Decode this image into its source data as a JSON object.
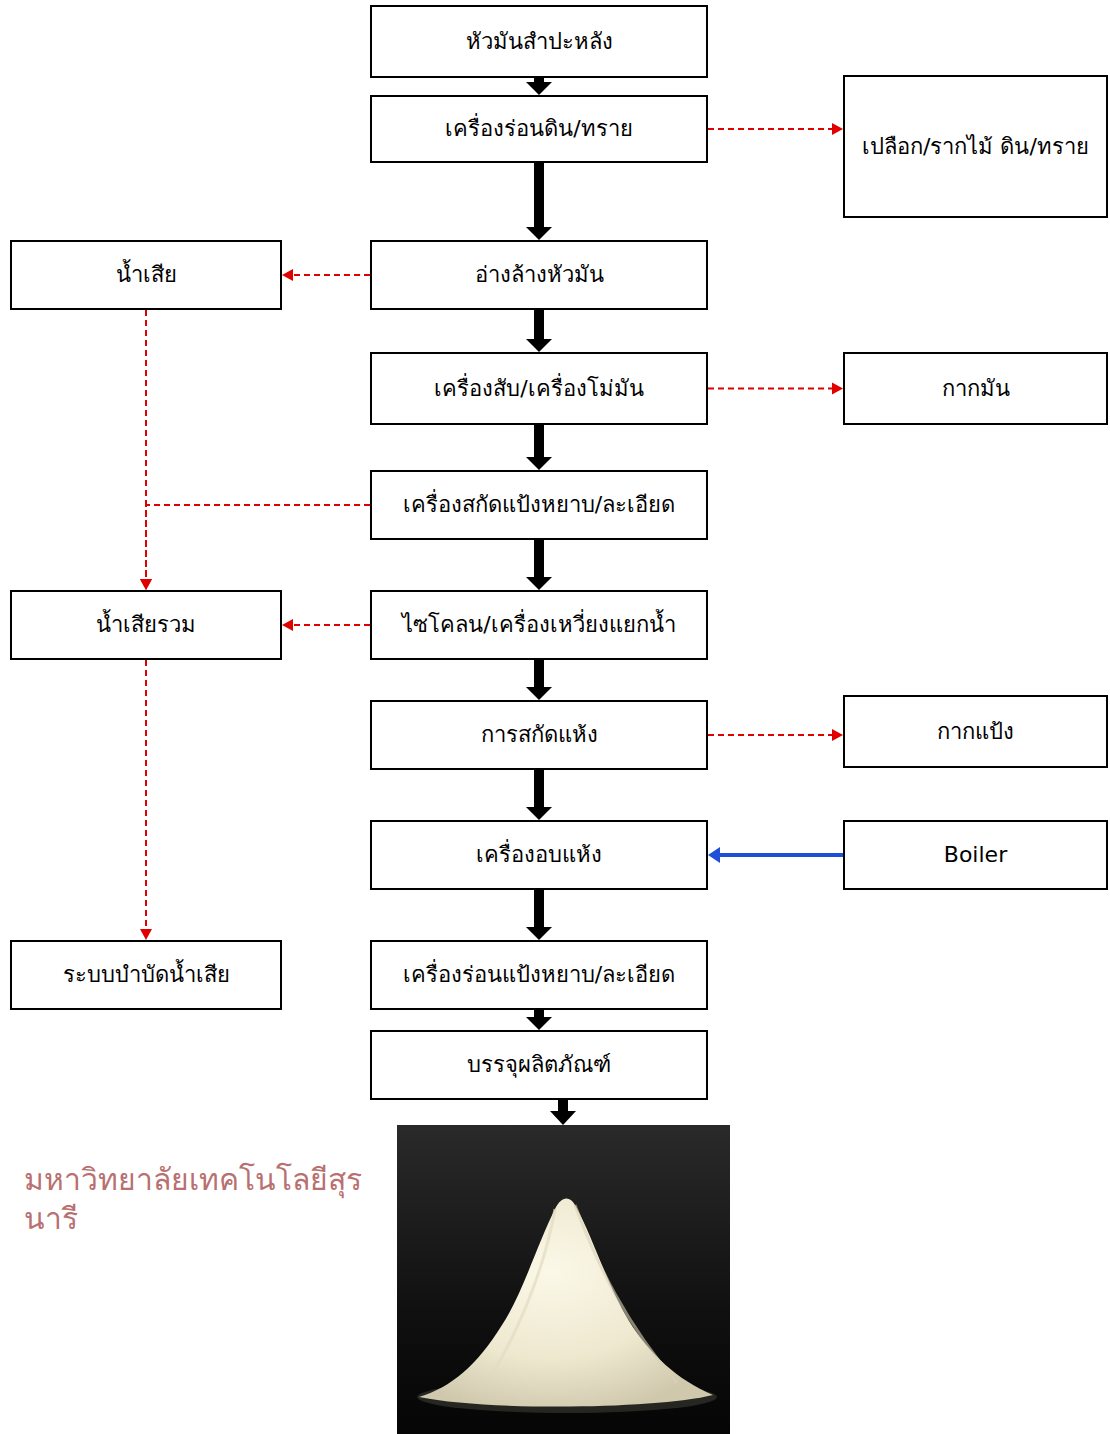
{
  "diagram": {
    "nodes": [
      {
        "text": [
          "หัวมันสำปะหลัง"
        ]
      },
      {
        "text": [
          "เครื่องร่อนดิน/ทราย"
        ]
      },
      {
        "text": [
          "เปลือก/รากไม้ ดิน/ทราย"
        ]
      },
      {
        "text": [
          "น้ำเสีย"
        ]
      },
      {
        "text": [
          "อ่างล้างหัวมัน"
        ]
      },
      {
        "text": [
          "เครื่องสับ/เครื่องโม่มัน"
        ]
      },
      {
        "text": [
          "กากมัน"
        ]
      },
      {
        "text": [
          "เครื่องสกัดแป้งหยาบ/ละเอียด"
        ]
      },
      {
        "text": [
          "น้ำเสียรวม"
        ]
      },
      {
        "text": [
          "ไซโคลน/เครื่องเหวี่ยงแยกน้ำ"
        ]
      },
      {
        "text": [
          "การสกัดแห้ง"
        ]
      },
      {
        "text": [
          "กากแป้ง"
        ]
      },
      {
        "text": [
          "เครื่องอบแห้ง"
        ]
      },
      {
        "text": [
          "Boiler"
        ]
      },
      {
        "text": [
          "ระบบบำบัดน้ำเสีย"
        ]
      },
      {
        "text": [
          "เครื่องร่อนแป้งหยาบ/ละเอียด"
        ]
      },
      {
        "text": [
          "บรรจุผลิตภัณฑ์"
        ]
      }
    ],
    "edges": [
      {
        "from": 0,
        "to": 1,
        "arrow": "to"
      },
      {
        "from": 1,
        "to": 2,
        "arrow": "to"
      },
      {
        "from": 1,
        "to": 4,
        "arrow": "to"
      },
      {
        "from": 4,
        "to": 3,
        "arrow": "to"
      },
      {
        "from": 4,
        "to": 5,
        "arrow": "to"
      },
      {
        "from": 5,
        "to": 6,
        "arrow": "to"
      },
      {
        "from": 5,
        "to": 7,
        "arrow": "to"
      },
      {
        "from": 3,
        "to": 8,
        "arrow": "to"
      },
      {
        "from": 7,
        "to": 8,
        "arrow": "to"
      },
      {
        "from": 7,
        "to": 9,
        "arrow": "to"
      },
      {
        "from": 9,
        "to": 8,
        "arrow": "to"
      },
      {
        "from": 9,
        "to": 10,
        "arrow": "to"
      },
      {
        "from": 10,
        "to": 11,
        "arrow": "to"
      },
      {
        "from": 10,
        "to": 12,
        "arrow": "to"
      },
      {
        "from": 13,
        "to": 12,
        "arrow": "to"
      },
      {
        "from": 12,
        "to": 15,
        "arrow": "to"
      },
      {
        "from": 8,
        "to": 14,
        "arrow": "to"
      },
      {
        "from": 15,
        "to": 16,
        "arrow": "to"
      }
    ],
    "labels": [
      "มหาวิทยาลัยเทคโนโลยีสุรนารี"
    ]
  }
}
